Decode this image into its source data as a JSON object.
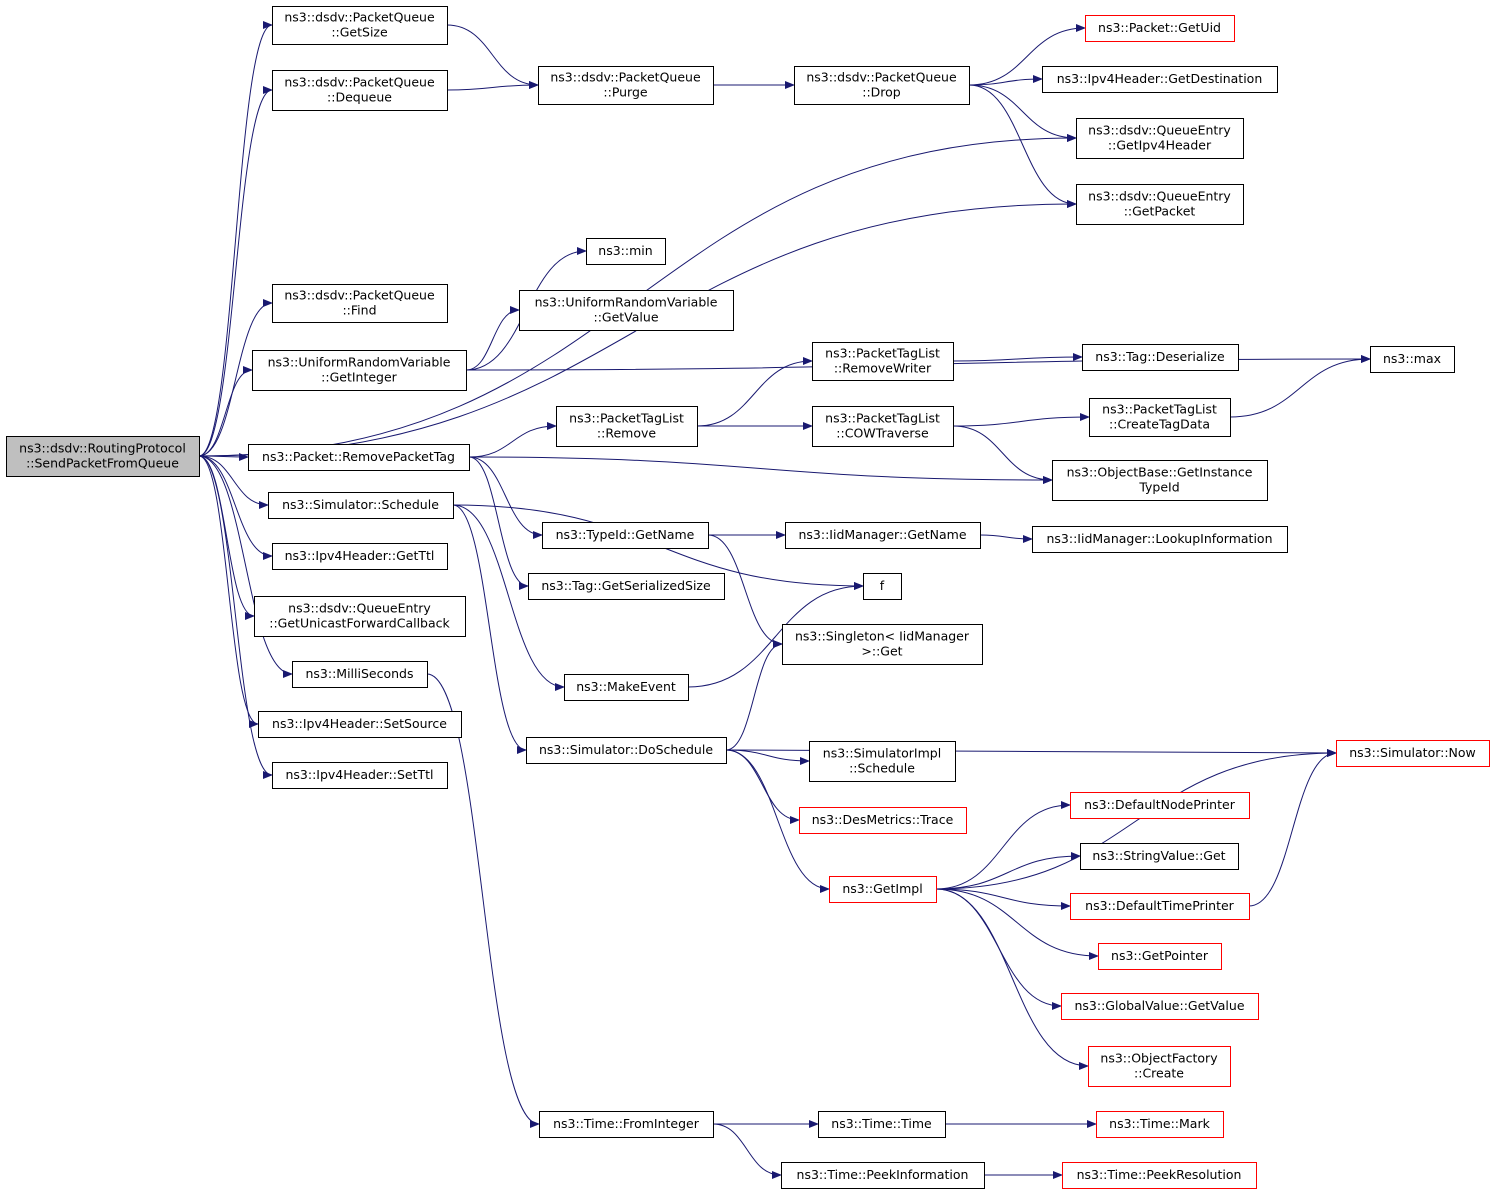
{
  "graph": {
    "colors": {
      "edge": "#191970",
      "border_default": "#000000",
      "border_undocumented": "#ff0000",
      "root_fill": "#bfbfbf"
    },
    "nodes": [
      {
        "id": "root",
        "lines": [
          "ns3::dsdv::RoutingProtocol",
          "::SendPacketFromQueue"
        ],
        "style": "root"
      },
      {
        "id": "pq_getsize",
        "lines": [
          "ns3::dsdv::PacketQueue",
          "::GetSize"
        ],
        "style": "normal"
      },
      {
        "id": "pq_dequeue",
        "lines": [
          "ns3::dsdv::PacketQueue",
          "::Dequeue"
        ],
        "style": "normal"
      },
      {
        "id": "pq_purge",
        "lines": [
          "ns3::dsdv::PacketQueue",
          "::Purge"
        ],
        "style": "normal"
      },
      {
        "id": "pq_drop",
        "lines": [
          "ns3::dsdv::PacketQueue",
          "::Drop"
        ],
        "style": "normal"
      },
      {
        "id": "packet_getuid",
        "lines": [
          "ns3::Packet::GetUid"
        ],
        "style": "red"
      },
      {
        "id": "ipv4_getdest",
        "lines": [
          "ns3::Ipv4Header::GetDestination"
        ],
        "style": "normal"
      },
      {
        "id": "qe_getipv4",
        "lines": [
          "ns3::dsdv::QueueEntry",
          "::GetIpv4Header"
        ],
        "style": "normal"
      },
      {
        "id": "qe_getpacket",
        "lines": [
          "ns3::dsdv::QueueEntry",
          "::GetPacket"
        ],
        "style": "normal"
      },
      {
        "id": "min",
        "lines": [
          "ns3::min"
        ],
        "style": "normal"
      },
      {
        "id": "urv_getvalue",
        "lines": [
          "ns3::UniformRandomVariable",
          "::GetValue"
        ],
        "style": "normal"
      },
      {
        "id": "pq_find",
        "lines": [
          "ns3::dsdv::PacketQueue",
          "::Find"
        ],
        "style": "normal"
      },
      {
        "id": "urv_getinteger",
        "lines": [
          "ns3::UniformRandomVariable",
          "::GetInteger"
        ],
        "style": "normal"
      },
      {
        "id": "max",
        "lines": [
          "ns3::max"
        ],
        "style": "normal"
      },
      {
        "id": "ptl_removewriter",
        "lines": [
          "ns3::PacketTagList",
          "::RemoveWriter"
        ],
        "style": "normal"
      },
      {
        "id": "tag_deserialize",
        "lines": [
          "ns3::Tag::Deserialize"
        ],
        "style": "normal"
      },
      {
        "id": "ptl_remove",
        "lines": [
          "ns3::PacketTagList",
          "::Remove"
        ],
        "style": "normal"
      },
      {
        "id": "ptl_cowtraverse",
        "lines": [
          "ns3::PacketTagList",
          "::COWTraverse"
        ],
        "style": "normal"
      },
      {
        "id": "ptl_createtagdata",
        "lines": [
          "ns3::PacketTagList",
          "::CreateTagData"
        ],
        "style": "normal"
      },
      {
        "id": "packet_removetag",
        "lines": [
          "ns3::Packet::RemovePacketTag"
        ],
        "style": "normal"
      },
      {
        "id": "ob_getinstancetypeid",
        "lines": [
          "ns3::ObjectBase::GetInstance",
          "TypeId"
        ],
        "style": "normal"
      },
      {
        "id": "sim_schedule",
        "lines": [
          "ns3::Simulator::Schedule"
        ],
        "style": "normal"
      },
      {
        "id": "typeid_getname",
        "lines": [
          "ns3::TypeId::GetName"
        ],
        "style": "normal"
      },
      {
        "id": "iid_getname",
        "lines": [
          "ns3::IidManager::GetName"
        ],
        "style": "normal"
      },
      {
        "id": "iid_lookup",
        "lines": [
          "ns3::IidManager::LookupInformation"
        ],
        "style": "normal"
      },
      {
        "id": "ipv4_getttl",
        "lines": [
          "ns3::Ipv4Header::GetTtl"
        ],
        "style": "normal"
      },
      {
        "id": "tag_getserializedsize",
        "lines": [
          "ns3::Tag::GetSerializedSize"
        ],
        "style": "normal"
      },
      {
        "id": "f",
        "lines": [
          "f"
        ],
        "style": "normal"
      },
      {
        "id": "qe_getunicastfwd",
        "lines": [
          "ns3::dsdv::QueueEntry",
          "::GetUnicastForwardCallback"
        ],
        "style": "normal"
      },
      {
        "id": "singleton_get",
        "lines": [
          "ns3::Singleton< IidManager",
          ">::Get"
        ],
        "style": "normal"
      },
      {
        "id": "milliseconds",
        "lines": [
          "ns3::MilliSeconds"
        ],
        "style": "normal"
      },
      {
        "id": "makeevent",
        "lines": [
          "ns3::MakeEvent"
        ],
        "style": "normal"
      },
      {
        "id": "ipv4_setsource",
        "lines": [
          "ns3::Ipv4Header::SetSource"
        ],
        "style": "normal"
      },
      {
        "id": "sim_doschedule",
        "lines": [
          "ns3::Simulator::DoSchedule"
        ],
        "style": "normal"
      },
      {
        "id": "sim_now",
        "lines": [
          "ns3::Simulator::Now"
        ],
        "style": "red"
      },
      {
        "id": "simimpl_schedule",
        "lines": [
          "ns3::SimulatorImpl",
          "::Schedule"
        ],
        "style": "normal"
      },
      {
        "id": "ipv4_setttl",
        "lines": [
          "ns3::Ipv4Header::SetTtl"
        ],
        "style": "normal"
      },
      {
        "id": "defaultnodeprinter",
        "lines": [
          "ns3::DefaultNodePrinter"
        ],
        "style": "red"
      },
      {
        "id": "desmetrics_trace",
        "lines": [
          "ns3::DesMetrics::Trace"
        ],
        "style": "red"
      },
      {
        "id": "stringvalue_get",
        "lines": [
          "ns3::StringValue::Get"
        ],
        "style": "normal"
      },
      {
        "id": "getimpl",
        "lines": [
          "ns3::GetImpl"
        ],
        "style": "red"
      },
      {
        "id": "defaulttimeprinter",
        "lines": [
          "ns3::DefaultTimePrinter"
        ],
        "style": "red"
      },
      {
        "id": "getpointer",
        "lines": [
          "ns3::GetPointer"
        ],
        "style": "red"
      },
      {
        "id": "globalvalue_getvalue",
        "lines": [
          "ns3::GlobalValue::GetValue"
        ],
        "style": "red"
      },
      {
        "id": "objectfactory_create",
        "lines": [
          "ns3::ObjectFactory",
          "::Create"
        ],
        "style": "red"
      },
      {
        "id": "time_frominteger",
        "lines": [
          "ns3::Time::FromInteger"
        ],
        "style": "normal"
      },
      {
        "id": "time_time",
        "lines": [
          "ns3::Time::Time"
        ],
        "style": "normal"
      },
      {
        "id": "time_mark",
        "lines": [
          "ns3::Time::Mark"
        ],
        "style": "red"
      },
      {
        "id": "time_peekinformation",
        "lines": [
          "ns3::Time::PeekInformation"
        ],
        "style": "normal"
      },
      {
        "id": "time_peekresolution",
        "lines": [
          "ns3::Time::PeekResolution"
        ],
        "style": "red"
      }
    ],
    "edges": [
      [
        "root",
        "pq_getsize"
      ],
      [
        "root",
        "pq_dequeue"
      ],
      [
        "root",
        "qe_getipv4"
      ],
      [
        "root",
        "qe_getpacket"
      ],
      [
        "root",
        "pq_find"
      ],
      [
        "root",
        "urv_getinteger"
      ],
      [
        "root",
        "packet_removetag"
      ],
      [
        "root",
        "sim_schedule"
      ],
      [
        "root",
        "ipv4_getttl"
      ],
      [
        "root",
        "qe_getunicastfwd"
      ],
      [
        "root",
        "milliseconds"
      ],
      [
        "root",
        "ipv4_setsource"
      ],
      [
        "root",
        "ipv4_setttl"
      ],
      [
        "pq_getsize",
        "pq_purge"
      ],
      [
        "pq_dequeue",
        "pq_purge"
      ],
      [
        "pq_purge",
        "pq_drop"
      ],
      [
        "pq_drop",
        "packet_getuid"
      ],
      [
        "pq_drop",
        "ipv4_getdest"
      ],
      [
        "pq_drop",
        "qe_getipv4"
      ],
      [
        "pq_drop",
        "qe_getpacket"
      ],
      [
        "urv_getinteger",
        "min"
      ],
      [
        "urv_getinteger",
        "urv_getvalue"
      ],
      [
        "urv_getinteger",
        "max"
      ],
      [
        "packet_removetag",
        "ptl_remove"
      ],
      [
        "packet_removetag",
        "ob_getinstancetypeid"
      ],
      [
        "packet_removetag",
        "typeid_getname"
      ],
      [
        "packet_removetag",
        "tag_getserializedsize"
      ],
      [
        "ptl_remove",
        "ptl_removewriter"
      ],
      [
        "ptl_remove",
        "ptl_cowtraverse"
      ],
      [
        "ptl_removewriter",
        "tag_deserialize"
      ],
      [
        "ptl_cowtraverse",
        "ptl_createtagdata"
      ],
      [
        "ptl_cowtraverse",
        "ob_getinstancetypeid"
      ],
      [
        "ptl_createtagdata",
        "max"
      ],
      [
        "typeid_getname",
        "iid_getname"
      ],
      [
        "typeid_getname",
        "singleton_get"
      ],
      [
        "iid_getname",
        "iid_lookup"
      ],
      [
        "sim_schedule",
        "f"
      ],
      [
        "sim_schedule",
        "makeevent"
      ],
      [
        "sim_schedule",
        "sim_doschedule"
      ],
      [
        "makeevent",
        "f"
      ],
      [
        "milliseconds",
        "time_frominteger"
      ],
      [
        "sim_doschedule",
        "singleton_get"
      ],
      [
        "sim_doschedule",
        "sim_now"
      ],
      [
        "sim_doschedule",
        "simimpl_schedule"
      ],
      [
        "sim_doschedule",
        "desmetrics_trace"
      ],
      [
        "sim_doschedule",
        "getimpl"
      ],
      [
        "getimpl",
        "sim_now"
      ],
      [
        "getimpl",
        "defaultnodeprinter"
      ],
      [
        "getimpl",
        "stringvalue_get"
      ],
      [
        "getimpl",
        "defaulttimeprinter"
      ],
      [
        "getimpl",
        "getpointer"
      ],
      [
        "getimpl",
        "globalvalue_getvalue"
      ],
      [
        "getimpl",
        "objectfactory_create"
      ],
      [
        "defaulttimeprinter",
        "sim_now"
      ],
      [
        "time_frominteger",
        "time_time"
      ],
      [
        "time_frominteger",
        "time_peekinformation"
      ],
      [
        "time_time",
        "time_mark"
      ],
      [
        "time_peekinformation",
        "time_peekresolution"
      ]
    ]
  }
}
